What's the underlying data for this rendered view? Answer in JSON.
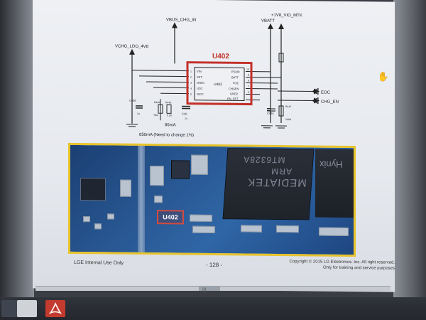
{
  "schematic": {
    "net_vbus": "VBUS_CHG_IN",
    "net_vio": "+1V8_VIO_MTK",
    "net_vbatt": "VBATT",
    "net_ldo": "VCHG_LDO_4V8",
    "chip_ref": "U402",
    "chip_inner": "U402",
    "left_pins": [
      "VIN",
      "SET",
      "GND1",
      "LDO",
      "ISOC"
    ],
    "right_pins": [
      "PGND",
      "BATT",
      "FOE",
      "CHGEN",
      "GND2",
      "EN_SET"
    ],
    "left_pin_nums": [
      "1",
      "2",
      "3",
      "4",
      "5"
    ],
    "right_pin_nums": [
      "10",
      "9",
      "8",
      "7",
      "6"
    ],
    "signal_eoc": "EOC",
    "signal_chg_en": "CHG_EN",
    "cap_c455": "C455",
    "cap_c45": "C45",
    "cap_c454": "C454",
    "res_r446": "R446",
    "res_r445": "R445",
    "res_r447": "R447",
    "cap_val_a": "1u",
    "cap_val_b": "1u",
    "res_val_a": "TBD",
    "res_val_b": "5.1K",
    "res_val_c": "100K",
    "current_label": "86mA",
    "note": "850mA (Need to change 1%)"
  },
  "board": {
    "chip_main_text_1": "MT6328A",
    "chip_main_text_2": "MEDIATEK",
    "chip_main_text_3": "ARM",
    "chip_right_text": "Hynix",
    "highlight_label": "U402"
  },
  "footer": {
    "left": "LGE Internal Use Only",
    "page": "- 128 -",
    "copyright_1": "Copyright © 2015 LG Electronics. Inc. All right reserved.",
    "copyright_2": "Only for training and service purposes"
  },
  "page_marker": "|||",
  "taskbar": {
    "items": [
      "start",
      "file-explorer",
      "pdf-reader"
    ]
  }
}
